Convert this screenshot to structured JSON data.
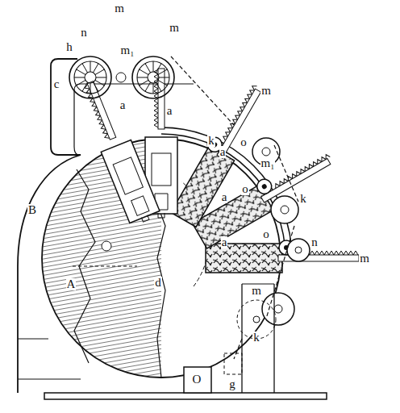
{
  "diagram": {
    "labels": [
      "m",
      "n",
      "h",
      "m₁",
      "m",
      "c",
      "k",
      "m",
      "a",
      "a",
      "a",
      "o",
      "m₁",
      "a",
      "k",
      "o",
      "n",
      "a",
      "o",
      "m",
      "m",
      "B",
      "A",
      "d",
      "k",
      "g",
      "O"
    ]
  }
}
